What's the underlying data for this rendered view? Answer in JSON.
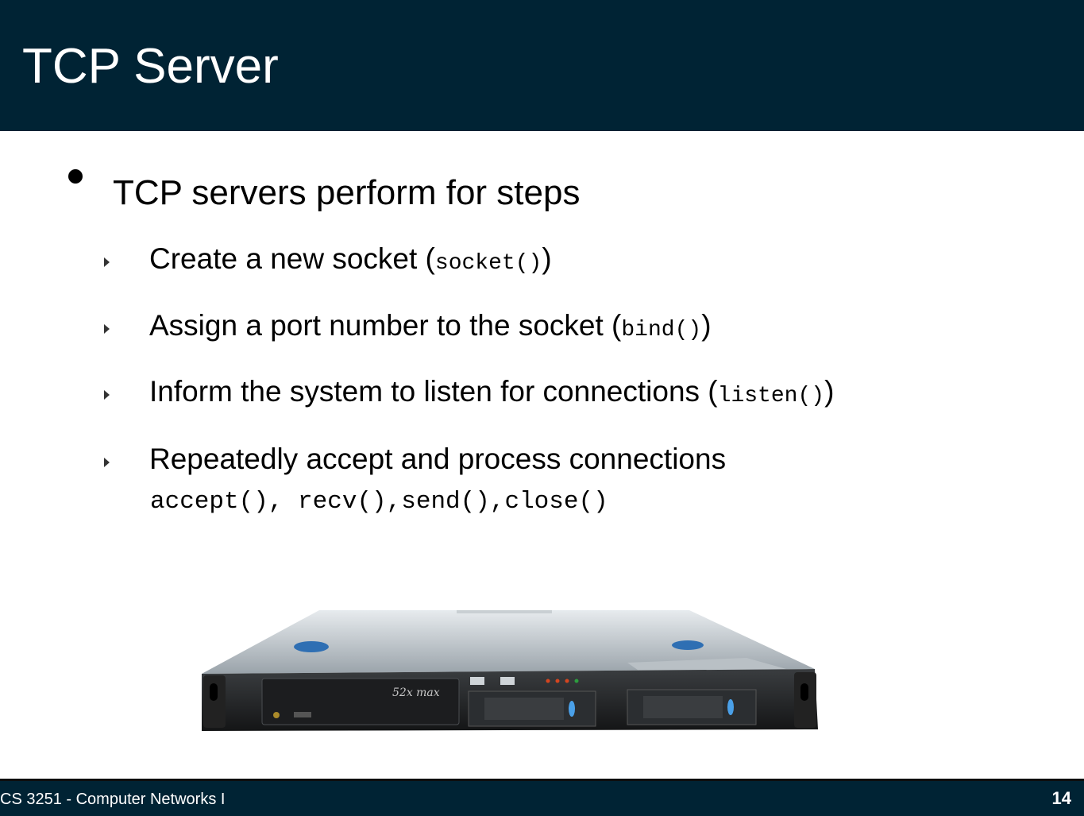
{
  "slide": {
    "title": "TCP Server",
    "main_bullet": "TCP servers perform for steps",
    "steps": [
      {
        "text": "Create a new socket (",
        "code": "socket()",
        "close": ")"
      },
      {
        "text": "Assign a port number to the socket (",
        "code": "bind()",
        "close": ")"
      },
      {
        "text": "Inform the system to listen for connections (",
        "code": "listen()",
        "close": ")"
      },
      {
        "text": "Repeatedly accept and process connections",
        "code": "",
        "close": ""
      }
    ],
    "code_line": "accept(), recv(),send(),close()",
    "server_label": "52x max"
  },
  "footer": {
    "text": "CS 3251 - Computer Networks I",
    "page_number": "14"
  },
  "colors": {
    "header_bg": "#002334",
    "footer_bg": "#002334",
    "text": "#000000"
  }
}
